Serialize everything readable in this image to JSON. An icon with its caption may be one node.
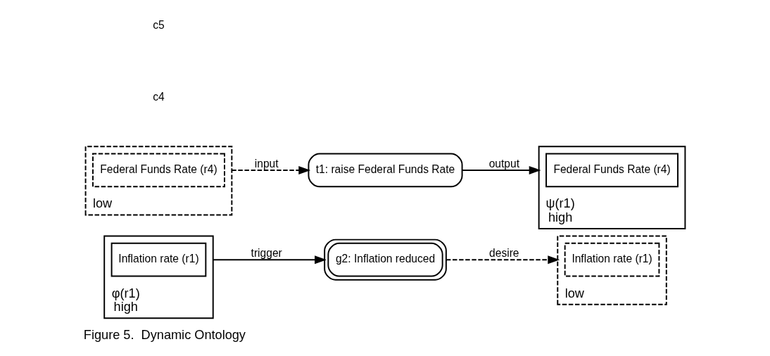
{
  "diagram": {
    "caption": "Figure 5.  Dynamic Ontology",
    "nodes": [
      {
        "text": [
          "φ(r1)",
          "high"
        ]
      },
      {
        "text": [
          "Inflation rate (r1)"
        ],
        "in": 0
      },
      {
        "text": [
          "g2: Inflation reduced"
        ]
      },
      {
        "text": [
          "low"
        ]
      },
      {
        "text": [
          "Inflation rate (r1)"
        ],
        "in": 3
      },
      {
        "text": [
          "low"
        ]
      },
      {
        "text": [
          "Federal Funds Rate (r4)"
        ],
        "in": 5
      },
      {
        "text": [
          "t1: raise Federal Funds Rate"
        ]
      },
      {
        "text": [
          "ψ(r1)",
          "high"
        ]
      },
      {
        "text": [
          "Federal Funds Rate (r4)"
        ],
        "in": 8
      }
    ],
    "edges": [
      {
        "from": 0,
        "to": 2,
        "arrow": "to",
        "label": "trigger"
      },
      {
        "from": 2,
        "to": 3,
        "arrow": "to",
        "label": "desire",
        "style": "dashed"
      },
      {
        "from": 5,
        "to": 7,
        "arrow": "to",
        "label": "input",
        "style": "dashed"
      },
      {
        "from": 7,
        "to": 8,
        "arrow": "to",
        "label": "output"
      }
    ],
    "labels": [
      "c4",
      "c5"
    ]
  }
}
